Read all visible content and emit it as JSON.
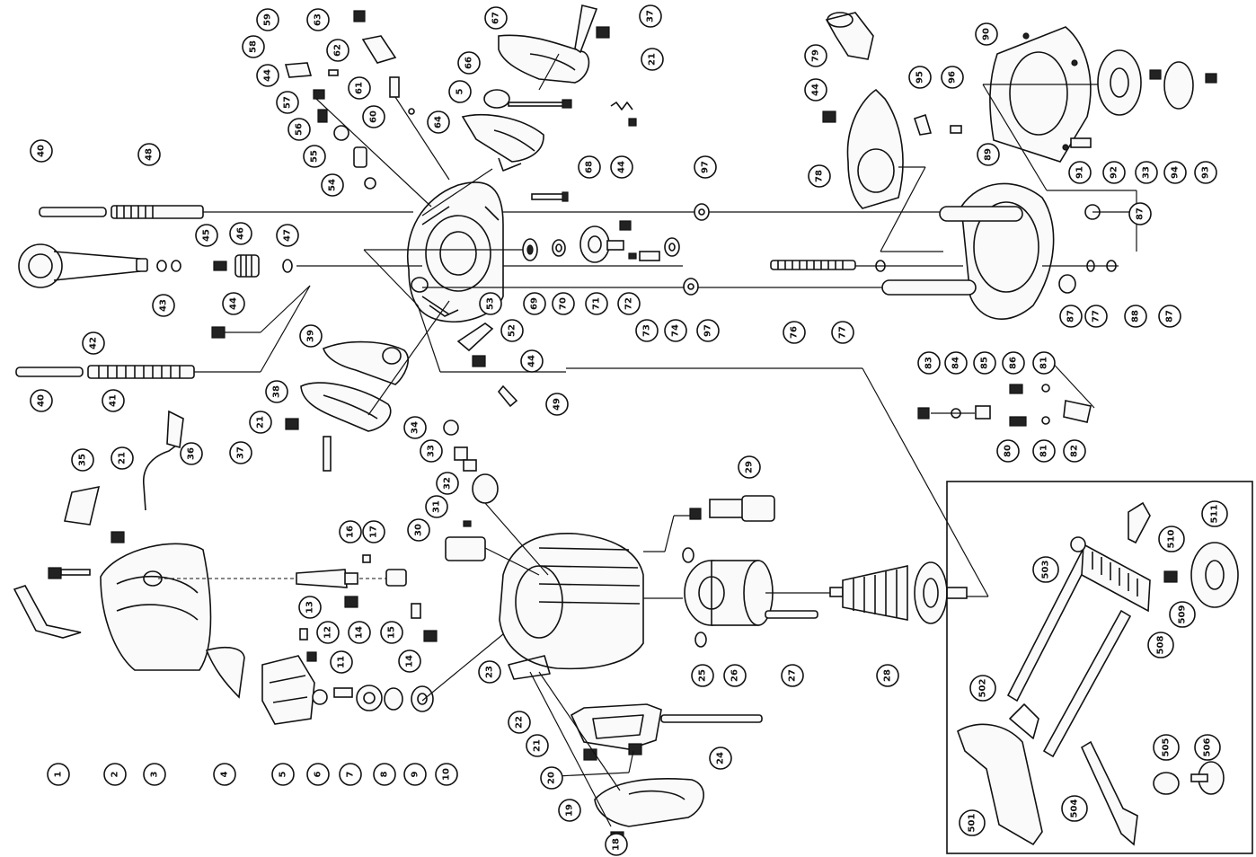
{
  "diagram": {
    "callouts": [
      {
        "label": "1"
      },
      {
        "label": "2"
      },
      {
        "label": "3"
      },
      {
        "label": "4"
      },
      {
        "label": "5"
      },
      {
        "label": "6"
      },
      {
        "label": "7"
      },
      {
        "label": "8"
      },
      {
        "label": "9"
      },
      {
        "label": "10"
      },
      {
        "label": "11"
      },
      {
        "label": "12"
      },
      {
        "label": "13"
      },
      {
        "label": "14"
      },
      {
        "label": "15"
      },
      {
        "label": "14"
      },
      {
        "label": "16"
      },
      {
        "label": "17"
      },
      {
        "label": "18"
      },
      {
        "label": "19"
      },
      {
        "label": "20"
      },
      {
        "label": "21"
      },
      {
        "label": "22"
      },
      {
        "label": "23"
      },
      {
        "label": "24"
      },
      {
        "label": "25"
      },
      {
        "label": "26"
      },
      {
        "label": "27"
      },
      {
        "label": "28"
      },
      {
        "label": "29"
      },
      {
        "label": "30"
      },
      {
        "label": "31"
      },
      {
        "label": "32"
      },
      {
        "label": "33"
      },
      {
        "label": "34"
      },
      {
        "label": "35"
      },
      {
        "label": "21"
      },
      {
        "label": "36"
      },
      {
        "label": "37"
      },
      {
        "label": "21"
      },
      {
        "label": "38"
      },
      {
        "label": "39"
      },
      {
        "label": "40"
      },
      {
        "label": "41"
      },
      {
        "label": "42"
      },
      {
        "label": "43"
      },
      {
        "label": "44"
      },
      {
        "label": "45"
      },
      {
        "label": "46"
      },
      {
        "label": "47"
      },
      {
        "label": "40"
      },
      {
        "label": "48"
      },
      {
        "label": "44"
      },
      {
        "label": "49"
      },
      {
        "label": "52"
      },
      {
        "label": "53"
      },
      {
        "label": "54"
      },
      {
        "label": "55"
      },
      {
        "label": "56"
      },
      {
        "label": "57"
      },
      {
        "label": "44"
      },
      {
        "label": "58"
      },
      {
        "label": "59"
      },
      {
        "label": "61"
      },
      {
        "label": "60"
      },
      {
        "label": "62"
      },
      {
        "label": "63"
      },
      {
        "label": "64"
      },
      {
        "label": "5"
      },
      {
        "label": "66"
      },
      {
        "label": "67"
      },
      {
        "label": "37"
      },
      {
        "label": "21"
      },
      {
        "label": "68"
      },
      {
        "label": "44"
      },
      {
        "label": "69"
      },
      {
        "label": "70"
      },
      {
        "label": "71"
      },
      {
        "label": "72"
      },
      {
        "label": "73"
      },
      {
        "label": "74"
      },
      {
        "label": "97"
      },
      {
        "label": "97"
      },
      {
        "label": "76"
      },
      {
        "label": "77"
      },
      {
        "label": "78"
      },
      {
        "label": "79"
      },
      {
        "label": "44"
      },
      {
        "label": "95"
      },
      {
        "label": "96"
      },
      {
        "label": "90"
      },
      {
        "label": "89"
      },
      {
        "label": "87"
      },
      {
        "label": "87"
      },
      {
        "label": "77"
      },
      {
        "label": "88"
      },
      {
        "label": "87"
      },
      {
        "label": "91"
      },
      {
        "label": "92"
      },
      {
        "label": "33"
      },
      {
        "label": "94"
      },
      {
        "label": "93"
      },
      {
        "label": "83"
      },
      {
        "label": "84"
      },
      {
        "label": "85"
      },
      {
        "label": "86"
      },
      {
        "label": "81"
      },
      {
        "label": "80"
      },
      {
        "label": "81"
      },
      {
        "label": "82"
      },
      {
        "label": "501"
      },
      {
        "label": "502"
      },
      {
        "label": "503"
      },
      {
        "label": "504"
      },
      {
        "label": "505"
      },
      {
        "label": "506"
      },
      {
        "label": "508"
      },
      {
        "label": "509"
      },
      {
        "label": "510"
      },
      {
        "label": "511"
      }
    ]
  }
}
